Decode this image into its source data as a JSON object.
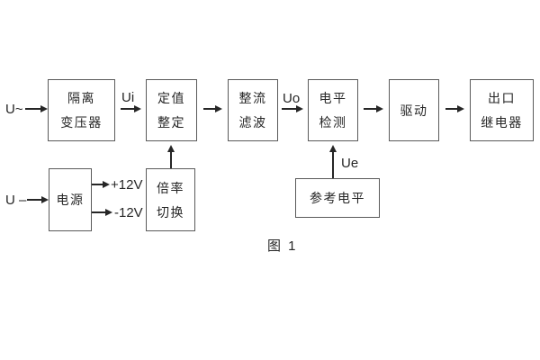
{
  "diagram": {
    "caption": "图 1",
    "colors": {
      "background": "#ffffff",
      "box_border": "#5a5a5a",
      "text": "#262626",
      "arrow": "#262626"
    },
    "inputs": {
      "ac_label": "U~",
      "dc_label": "U –"
    },
    "signals": {
      "ui": "Ui",
      "uo": "Uo",
      "ue": "Ue"
    },
    "power_rails": {
      "positive": "+12V",
      "negative": "-12V"
    },
    "blocks": {
      "isolation_transformer": {
        "line1": "隔离",
        "line2": "变压器"
      },
      "setpoint_adjustment": {
        "line1": "定值",
        "line2": "整定"
      },
      "rectifier_filter": {
        "line1": "整流",
        "line2": "滤波"
      },
      "level_detection": {
        "line1": "电平",
        "line2": "检测"
      },
      "driver": {
        "line1": "驱动"
      },
      "output_relay": {
        "line1": "出口",
        "line2": "继电器"
      },
      "power_supply": {
        "line1": "电源"
      },
      "ratio_switching": {
        "line1": "倍率",
        "line2": "切换"
      },
      "reference_level": {
        "line1": "参考电平"
      }
    }
  }
}
